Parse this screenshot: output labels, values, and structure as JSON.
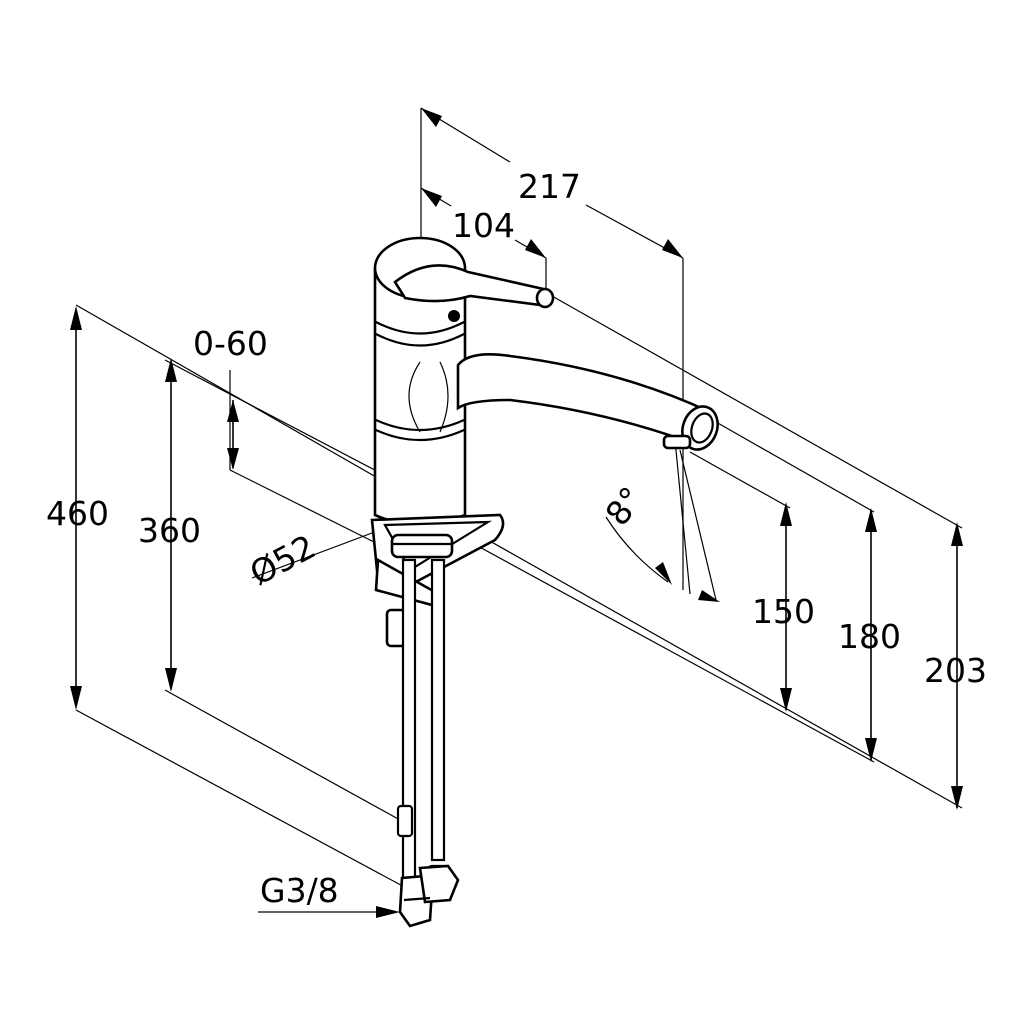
{
  "drawing": {
    "dimensions": {
      "reach_overall": "217",
      "lever_offset": "104",
      "adjustment": "0-60",
      "diameter": "Ø52",
      "height_total": "460",
      "height_hose": "360",
      "angle": "8°",
      "height_spout": "150",
      "height_mid": "180",
      "height_top": "203",
      "thread": "G3/8"
    }
  }
}
